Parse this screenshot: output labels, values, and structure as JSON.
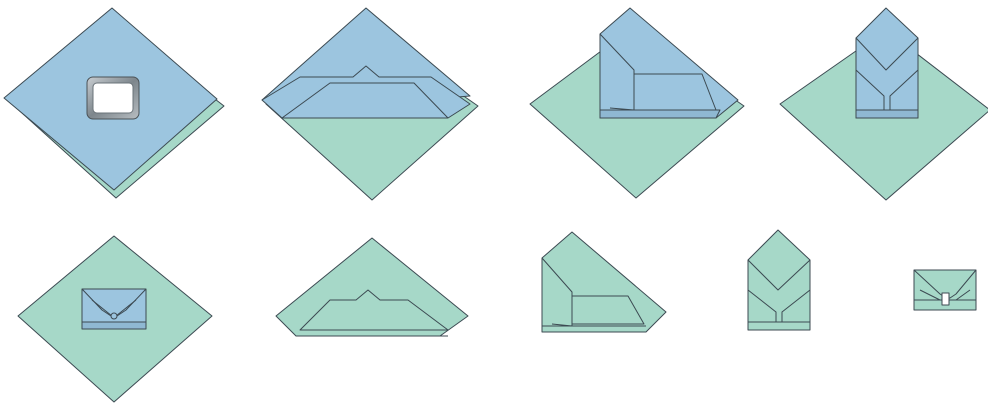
{
  "diagram": {
    "type": "wrapping-fold-sequence",
    "colors": {
      "inner_wrap": "#9cc5df",
      "outer_wrap": "#a6d8c8",
      "outline": "#3c4a52",
      "tray_frame": "#8f969b",
      "tray_center": "#ffffff",
      "background": "#ffffff"
    },
    "steps": [
      {
        "step": 1,
        "stage": "tray-centered-on-inner-wrap"
      },
      {
        "step": 2,
        "stage": "inner-wrap-bottom-corner-folded-up"
      },
      {
        "step": 3,
        "stage": "inner-wrap-left-corner-folded-over"
      },
      {
        "step": 4,
        "stage": "inner-wrap-right-corner-folded-over"
      },
      {
        "step": 5,
        "stage": "inner-wrap-top-corner-tucked"
      },
      {
        "step": 6,
        "stage": "outer-wrap-bottom-corner-folded-up"
      },
      {
        "step": 7,
        "stage": "outer-wrap-left-corner-folded-over"
      },
      {
        "step": 8,
        "stage": "outer-wrap-right-corner-folded-over"
      },
      {
        "step": 9,
        "stage": "outer-wrap-top-corner-folded-down-and-taped"
      }
    ]
  }
}
